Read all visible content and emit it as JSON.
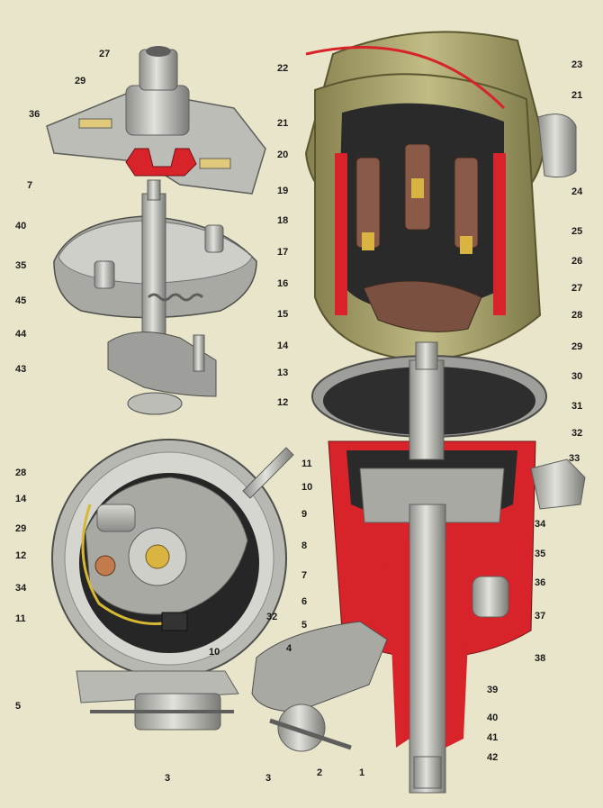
{
  "figure": {
    "palette": {
      "background": "#e9e5ca",
      "cap_olive": "#a8a36c",
      "cap_dark": "#6f6b45",
      "housing_red": "#d8232a",
      "metal_light": "#c9c9c4",
      "metal_mid": "#9a9a96",
      "metal_dark": "#5e5e5c",
      "rotor_brown": "#7a5040",
      "brass": "#d9b441",
      "wire_yellow": "#d6b832",
      "cutaway_black": "#1e1e1e"
    },
    "callouts": [
      {
        "id": "27a",
        "text": "27"
      },
      {
        "id": "29a",
        "text": "29"
      },
      {
        "id": "36a",
        "text": "36"
      },
      {
        "id": "7a",
        "text": "7"
      },
      {
        "id": "40a",
        "text": "40"
      },
      {
        "id": "35a",
        "text": "35"
      },
      {
        "id": "45",
        "text": "45"
      },
      {
        "id": "44",
        "text": "44"
      },
      {
        "id": "43",
        "text": "43"
      },
      {
        "id": "28a",
        "text": "28"
      },
      {
        "id": "14a",
        "text": "14"
      },
      {
        "id": "29b",
        "text": "29"
      },
      {
        "id": "12a",
        "text": "12"
      },
      {
        "id": "34a",
        "text": "34"
      },
      {
        "id": "11a",
        "text": "11"
      },
      {
        "id": "5a",
        "text": "5"
      },
      {
        "id": "3a",
        "text": "3"
      },
      {
        "id": "10a",
        "text": "10"
      },
      {
        "id": "32a",
        "text": "32"
      },
      {
        "id": "22",
        "text": "22"
      },
      {
        "id": "21a",
        "text": "21"
      },
      {
        "id": "20",
        "text": "20"
      },
      {
        "id": "19",
        "text": "19"
      },
      {
        "id": "18",
        "text": "18"
      },
      {
        "id": "17",
        "text": "17"
      },
      {
        "id": "16",
        "text": "16"
      },
      {
        "id": "15",
        "text": "15"
      },
      {
        "id": "14b",
        "text": "14"
      },
      {
        "id": "13",
        "text": "13"
      },
      {
        "id": "12b",
        "text": "12"
      },
      {
        "id": "11b",
        "text": "11"
      },
      {
        "id": "10b",
        "text": "10"
      },
      {
        "id": "9",
        "text": "9"
      },
      {
        "id": "8",
        "text": "8"
      },
      {
        "id": "7b",
        "text": "7"
      },
      {
        "id": "6",
        "text": "6"
      },
      {
        "id": "5b",
        "text": "5"
      },
      {
        "id": "4",
        "text": "4"
      },
      {
        "id": "3b",
        "text": "3"
      },
      {
        "id": "2",
        "text": "2"
      },
      {
        "id": "1",
        "text": "1"
      },
      {
        "id": "23",
        "text": "23"
      },
      {
        "id": "21b",
        "text": "21"
      },
      {
        "id": "24",
        "text": "24"
      },
      {
        "id": "25",
        "text": "25"
      },
      {
        "id": "26",
        "text": "26"
      },
      {
        "id": "27b",
        "text": "27"
      },
      {
        "id": "28b",
        "text": "28"
      },
      {
        "id": "29c",
        "text": "29"
      },
      {
        "id": "30",
        "text": "30"
      },
      {
        "id": "31",
        "text": "31"
      },
      {
        "id": "32b",
        "text": "32"
      },
      {
        "id": "33",
        "text": "33"
      },
      {
        "id": "34b",
        "text": "34"
      },
      {
        "id": "35b",
        "text": "35"
      },
      {
        "id": "36b",
        "text": "36"
      },
      {
        "id": "37",
        "text": "37"
      },
      {
        "id": "38",
        "text": "38"
      },
      {
        "id": "39",
        "text": "39"
      },
      {
        "id": "40b",
        "text": "40"
      },
      {
        "id": "41",
        "text": "41"
      },
      {
        "id": "42",
        "text": "42"
      }
    ]
  }
}
